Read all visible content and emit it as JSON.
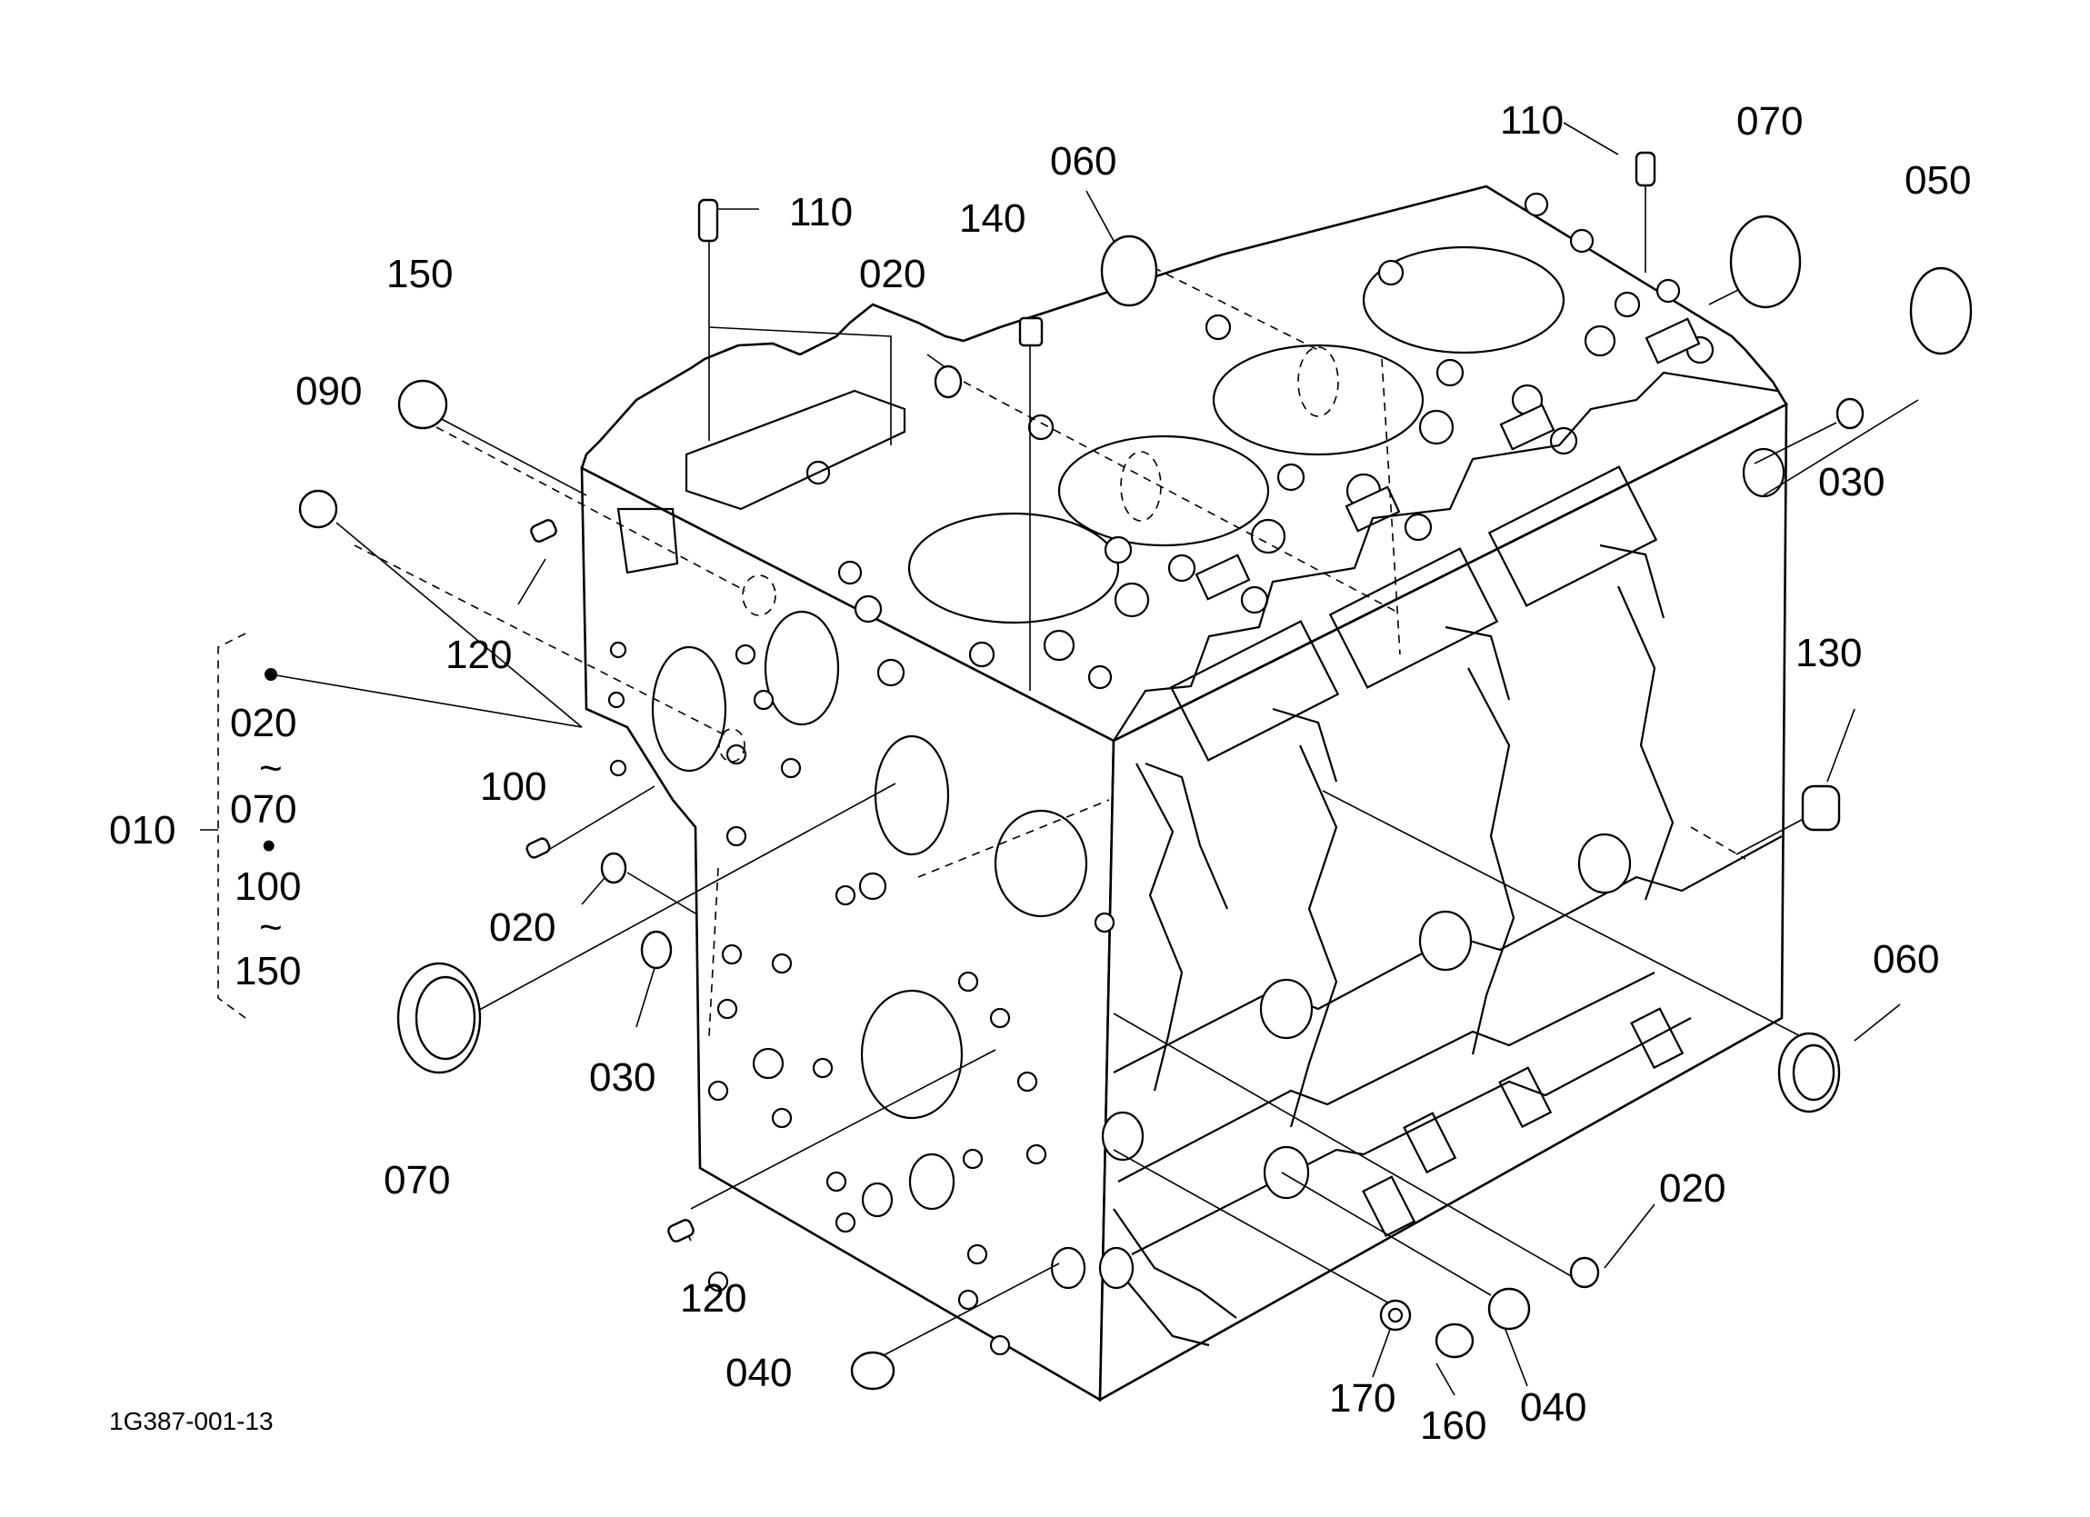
{
  "diagram_code": "1G387-001-13",
  "group": {
    "label": "010",
    "range_a_from": "020",
    "range_a_sep": "~",
    "range_a_to": "070",
    "bullet": "•",
    "range_b_from": "100",
    "range_b_sep": "~",
    "range_b_to": "150"
  },
  "callouts": [
    "110",
    "110",
    "140",
    "060",
    "070",
    "050",
    "020",
    "150",
    "090",
    "030",
    "120",
    "130",
    "100",
    "020",
    "060",
    "030",
    "070",
    "020",
    "120",
    "040",
    "170",
    "160",
    "040"
  ]
}
